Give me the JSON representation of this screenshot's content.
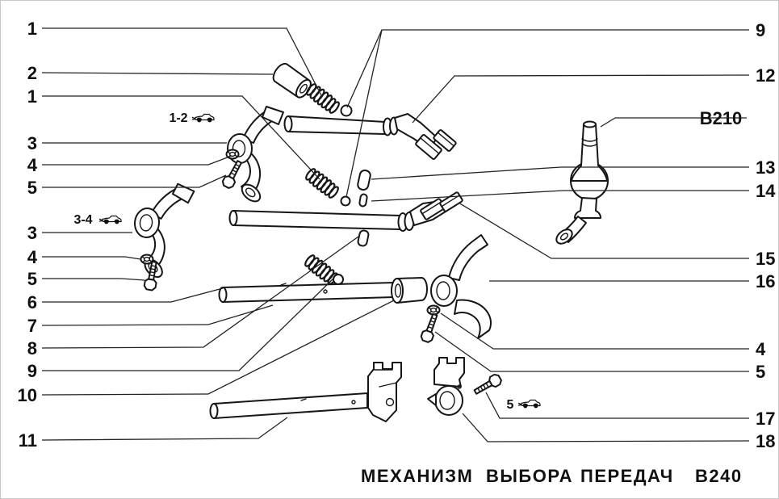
{
  "diagram": {
    "caption": {
      "word_1": "МЕХАНИЗМ",
      "word_2": "ВЫБОРА",
      "word_3": "ПЕРЕДАЧ",
      "drawing_code": "В240"
    },
    "callouts": {
      "left": [
        "1",
        "2",
        "1",
        "3",
        "4",
        "5",
        "3",
        "4",
        "5",
        "6",
        "7",
        "8",
        "9",
        "10",
        "11"
      ],
      "right": [
        "9",
        "12",
        "B210",
        "13",
        "14",
        "15",
        "16",
        "4",
        "5",
        "17",
        "18"
      ]
    },
    "gear_position_labels": {
      "gears_1_2": "1-2",
      "gears_3_4": "3-4",
      "gear_5": "5"
    },
    "colors": {
      "ink": "#111111",
      "paper": "#ffffff",
      "scan_border": "#c8c8c8"
    }
  }
}
